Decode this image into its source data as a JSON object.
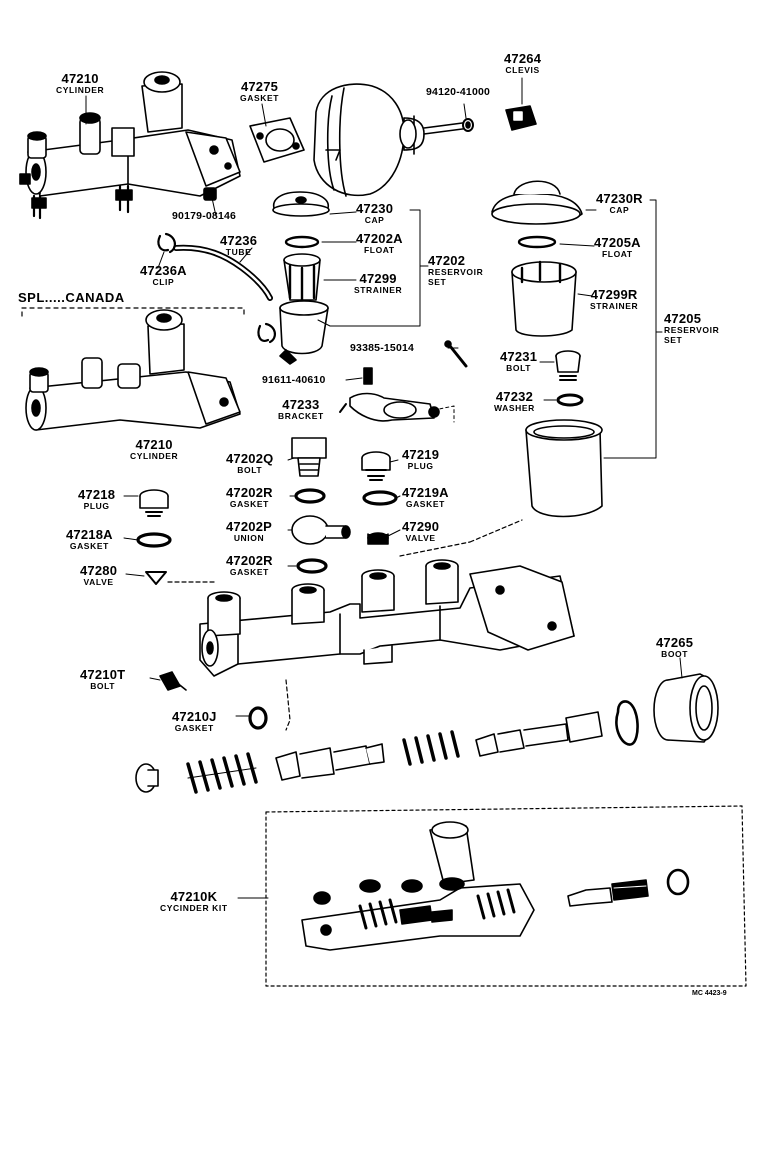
{
  "parts": {
    "p47210_top": {
      "number": "47210",
      "name": "CYLINDER"
    },
    "p47275": {
      "number": "47275",
      "name": "GASKET"
    },
    "p47264": {
      "number": "47264",
      "name": "CLEVIS"
    },
    "p94120": {
      "number": "94120-41000"
    },
    "p90179": {
      "number": "90179-08146"
    },
    "p47236": {
      "number": "47236",
      "name": "TUBE"
    },
    "p47236A": {
      "number": "47236A",
      "name": "CLIP"
    },
    "p47230": {
      "number": "47230",
      "name": "CAP"
    },
    "p47202A": {
      "number": "47202A",
      "name": "FLOAT"
    },
    "p47202": {
      "number": "47202",
      "name_lines": [
        "RESERVOIR",
        "SET"
      ]
    },
    "p47299": {
      "number": "47299",
      "name": "STRAINER"
    },
    "p47230R": {
      "number": "47230R",
      "name": "CAP"
    },
    "p47205A": {
      "number": "47205A",
      "name": "FLOAT"
    },
    "p47299R": {
      "number": "47299R",
      "name": "STRAINER"
    },
    "p47205": {
      "number": "47205",
      "name_lines": [
        "RESERVOIR",
        "SET"
      ]
    },
    "p93385": {
      "number": "93385-15014"
    },
    "p91611": {
      "number": "91611-40610"
    },
    "p47231": {
      "number": "47231",
      "name": "BOLT"
    },
    "p47232": {
      "number": "47232",
      "name": "WASHER"
    },
    "p47233": {
      "number": "47233",
      "name": "BRACKET"
    },
    "p47210_mid": {
      "number": "47210",
      "name": "CYLINDER"
    },
    "p47202Q": {
      "number": "47202Q",
      "name": "BOLT"
    },
    "p47219": {
      "number": "47219",
      "name": "PLUG"
    },
    "p47218": {
      "number": "47218",
      "name": "PLUG"
    },
    "p47202R_a": {
      "number": "47202R",
      "name": "GASKET"
    },
    "p47219A": {
      "number": "47219A",
      "name": "GASKET"
    },
    "p47218A": {
      "number": "47218A",
      "name": "GASKET"
    },
    "p47202P": {
      "number": "47202P",
      "name": "UNION"
    },
    "p47290": {
      "number": "47290",
      "name": "VALVE"
    },
    "p47280": {
      "number": "47280",
      "name": "VALVE"
    },
    "p47202R_b": {
      "number": "47202R",
      "name": "GASKET"
    },
    "p47265": {
      "number": "47265",
      "name": "BOOT"
    },
    "p47210T": {
      "number": "47210T",
      "name": "BOLT"
    },
    "p47210J": {
      "number": "47210J",
      "name": "GASKET"
    },
    "p47210K": {
      "number": "47210K",
      "name": "CYCINDER KIT"
    }
  },
  "spl_note": "SPL.....CANADA",
  "drawing_code": "MC 4423-9"
}
